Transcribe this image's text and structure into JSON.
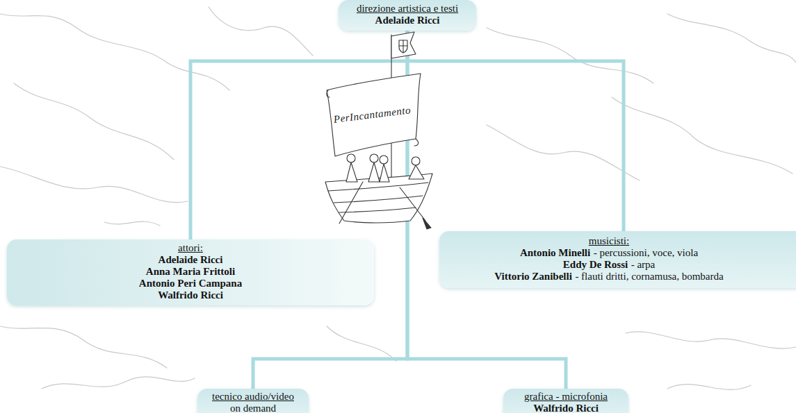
{
  "diagram": {
    "nodes": [
      {
        "text": [
          "direzione artistica e testi",
          "Adelaide Ricci"
        ]
      },
      {
        "text": [
          "attori:",
          "Adelaide Ricci",
          "Anna Maria Frittoli",
          "Antonio Peri Campana",
          "Walfrido Ricci"
        ]
      },
      {
        "text": [
          "musicisti:",
          "Antonio Minelli",
          "- percussioni, voce, viola",
          "Eddy De Rossi",
          "- arpa",
          "Vittorio Zanibelli",
          "- flauti dritti, cornamusa, bombarda"
        ]
      },
      {
        "text": [
          "tecnico audio/video",
          "on demand"
        ]
      },
      {
        "text": [
          "grafica - microfonia",
          "Walfrido Ricci"
        ]
      }
    ],
    "edges": [
      {
        "from": 0,
        "to": 1,
        "arrow": "none"
      },
      {
        "from": 0,
        "to": 2,
        "arrow": "none"
      },
      {
        "from": 0,
        "to": 3,
        "arrow": "none"
      },
      {
        "from": 0,
        "to": 4,
        "arrow": "none"
      }
    ],
    "labels": [
      "PerIncantamento"
    ]
  }
}
